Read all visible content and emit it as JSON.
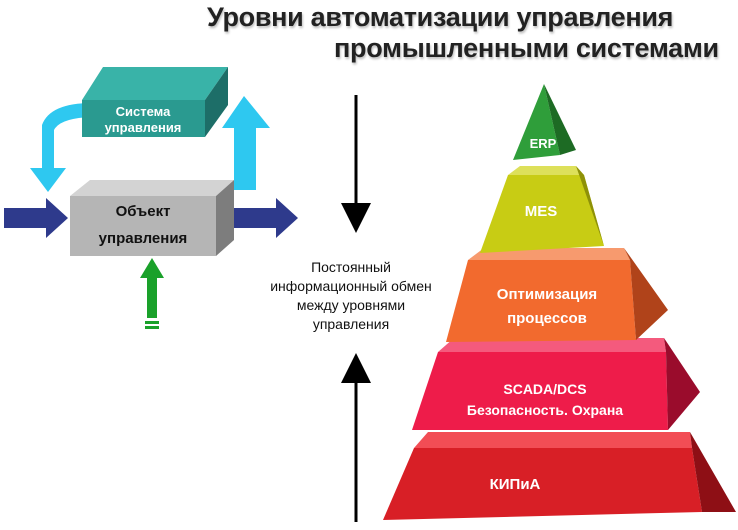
{
  "title": {
    "line1": "Уровни автоматизации  управления",
    "line2": "промышленными системами"
  },
  "control_loop": {
    "system_label_line1": "Система",
    "system_label_line2": "управления",
    "object_label_line1": "Объект",
    "object_label_line2": "управления"
  },
  "info_exchange_text": "Постоянный информационный обмен между уровнями управления",
  "pyramid": {
    "levels": [
      {
        "label_line1": "ERP",
        "label_line2": "",
        "color": "#2f9e3a"
      },
      {
        "label_line1": "MES",
        "label_line2": "",
        "color": "#c8cc14"
      },
      {
        "label_line1": "Оптимизация",
        "label_line2": "процессов",
        "color": "#f26a2e"
      },
      {
        "label_line1": "SCADA/DCS",
        "label_line2": "Безопасность. Охрана",
        "color": "#ee1c4a"
      },
      {
        "label_line1": "КИПиА",
        "label_line2": "",
        "color": "#d81f26"
      }
    ]
  },
  "colors": {
    "system_box": "#2a9a90",
    "object_box": "#b5b5b5",
    "loop_arrows": "#2ec8f0",
    "io_arrows": "#2e3a8c",
    "input_arrow": "#1aa12a"
  }
}
